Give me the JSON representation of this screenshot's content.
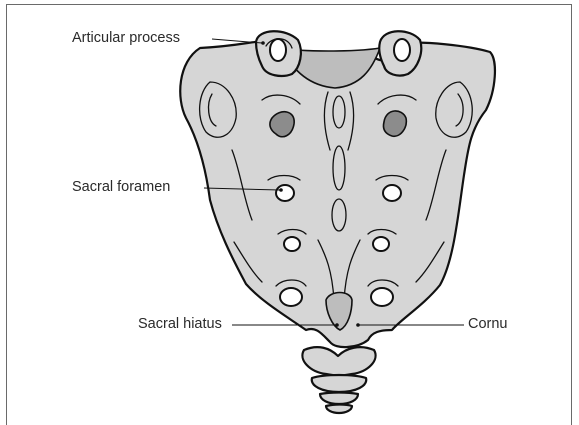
{
  "labels": {
    "articular_process": "Articular process",
    "sacral_foramen": "Sacral foramen",
    "sacral_hiatus": "Sacral hiatus",
    "cornu": "Cornu"
  },
  "colors": {
    "bone_fill": "#d6d6d6",
    "outline": "#111111",
    "frame": "#6a6a6a"
  }
}
